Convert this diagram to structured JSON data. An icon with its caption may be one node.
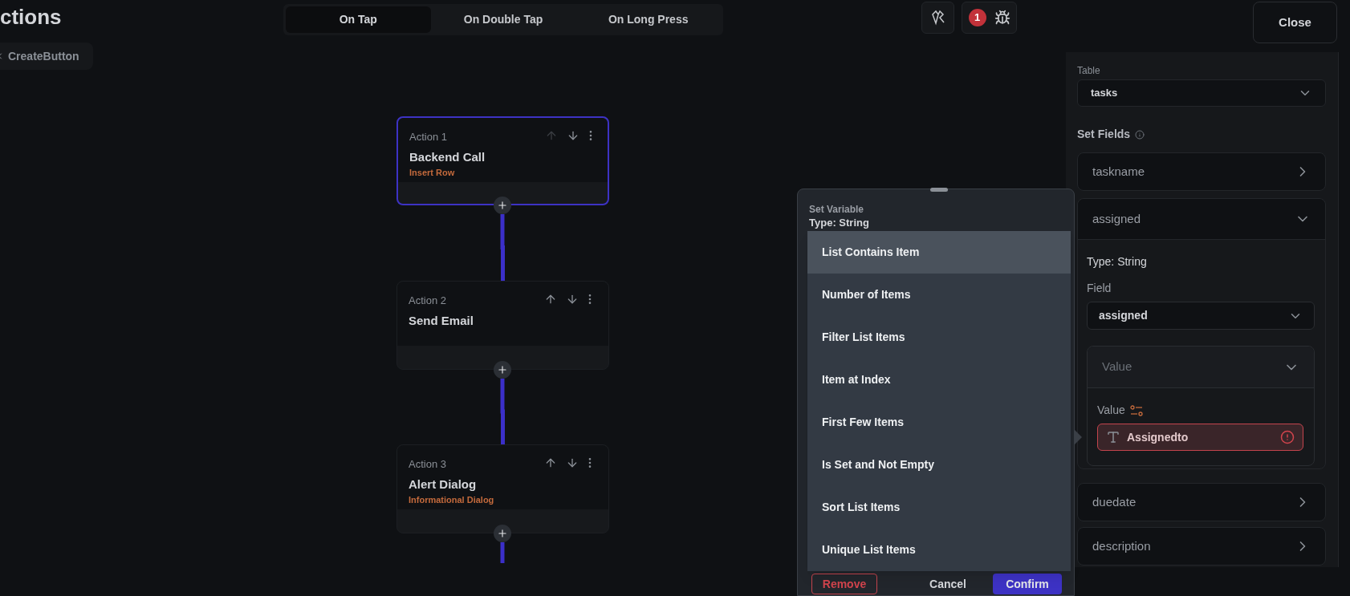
{
  "diagram": {
    "nodes": [
      {
        "text": [
          "Action 1",
          "Backend Call",
          "Insert Row"
        ]
      },
      {
        "text": [],
        "shape": "circle"
      },
      {
        "text": [
          "Action 2",
          "Send Email"
        ]
      },
      {
        "text": [],
        "shape": "circle"
      },
      {
        "text": [
          "Action 3",
          "Alert Dialog",
          "Informational Dialog"
        ]
      },
      {
        "text": [],
        "shape": "circle"
      }
    ],
    "edges": [
      {
        "from": 1,
        "to": 2,
        "arrow": "none"
      },
      {
        "from": 3,
        "to": 4,
        "arrow": "none"
      },
      {
        "from": 5,
        "to": null,
        "arrow": "none"
      }
    ],
    "labels": [
      "ctions",
      "CreateButton",
      "On Tap",
      "On Double Tap",
      "On Long Press",
      "1",
      "Close",
      "Set Variable",
      "Type: String",
      "List Contains Item",
      "Number of Items",
      "Filter List Items",
      "Item at Index",
      "First Few Items",
      "Is Set and Not Empty",
      "Sort List Items",
      "Unique List Items",
      "Remove",
      "Cancel",
      "Confirm",
      "Table",
      "tasks",
      "Set Fields",
      "taskname",
      "assigned",
      "Type: String",
      "Field",
      "assigned",
      "Value",
      "Value",
      "Assignedto",
      "duedate",
      "description"
    ]
  }
}
